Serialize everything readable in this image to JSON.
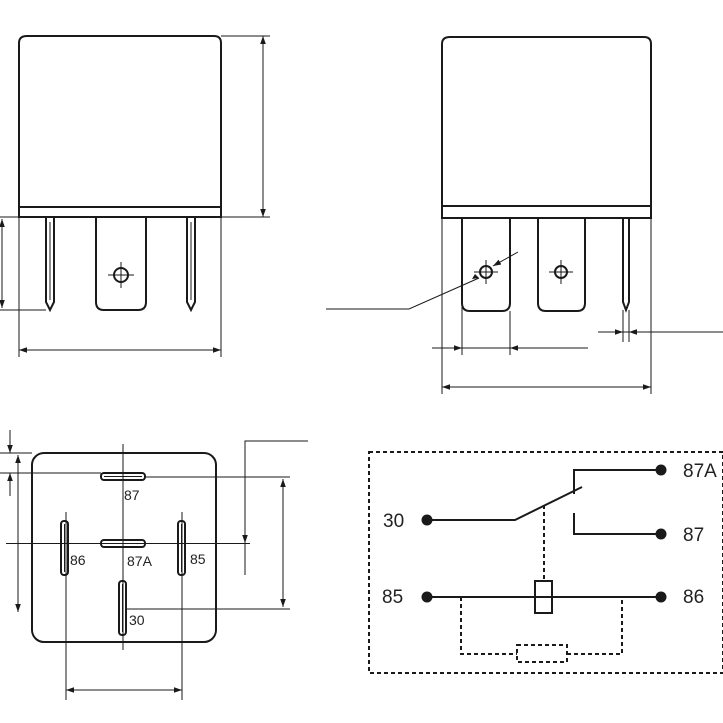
{
  "bottom_view": {
    "pins": [
      {
        "id": "pin-87",
        "label": "87"
      },
      {
        "id": "pin-86",
        "label": "86"
      },
      {
        "id": "pin-87a",
        "label": "87A"
      },
      {
        "id": "pin-85",
        "label": "85"
      },
      {
        "id": "pin-30",
        "label": "30"
      }
    ]
  },
  "schematic": {
    "terminals": {
      "t87a": "87A",
      "t30": "30",
      "t87": "87",
      "t85": "85",
      "t86": "86"
    }
  },
  "colors": {
    "line": "#1a1a1a",
    "background": "#ffffff"
  }
}
